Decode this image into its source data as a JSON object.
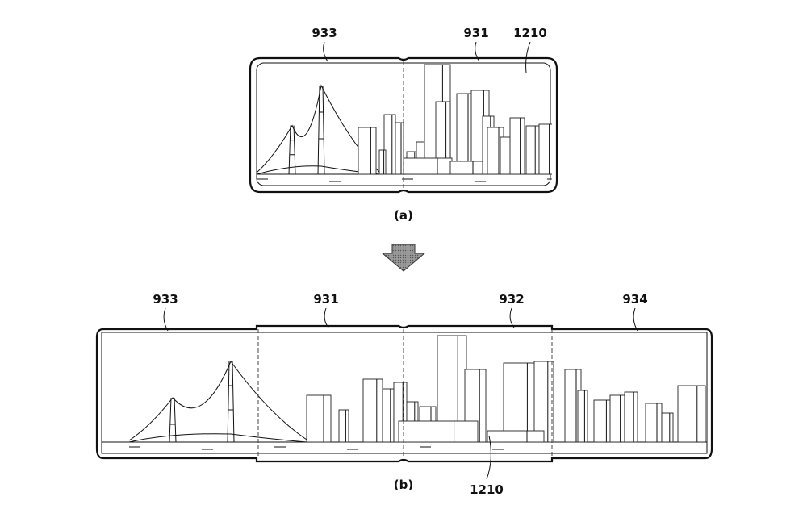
{
  "figure_a": {
    "caption": "(a)",
    "labels": {
      "left_panel": "933",
      "right_panel": "931",
      "image": "1210"
    }
  },
  "figure_b": {
    "caption": "(b)",
    "labels": {
      "far_left_panel": "933",
      "center_left_panel": "931",
      "center_right_panel": "932",
      "far_right_panel": "934",
      "image": "1210"
    }
  },
  "arrow": {
    "direction": "down",
    "color": "#888888"
  }
}
